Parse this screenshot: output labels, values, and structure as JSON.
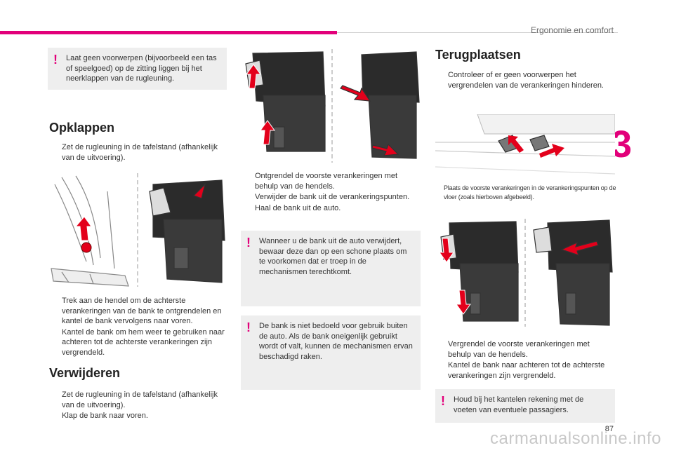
{
  "header": {
    "section": "Ergonomie en comfort",
    "chapter": "3"
  },
  "footer": {
    "page_number": "87",
    "watermark": "carmanualsonline.info"
  },
  "bullet": "",
  "warning_1": "Laat geen voorwerpen (bijvoorbeeld een tas of speelgoed) op de zitting liggen bij het neerklappen van de rugleuning.",
  "opklappen": {
    "title": "Opklappen",
    "steps_1": [
      "Zet de rugleuning in de tafelstand (afhankelijk van de uitvoering)."
    ],
    "steps_2": [
      "Trek aan de hendel om de achterste verankeringen van de bank te ontgrendelen en kantel de bank vervolgens naar voren.",
      "Kantel de bank om hem weer te gebruiken naar achteren tot de achterste verankeringen zijn vergrendeld."
    ]
  },
  "verwijderen": {
    "title": "Verwijderen",
    "steps_1": [
      "Zet de rugleuning in de tafelstand (afhankelijk van de uitvoering).",
      "Klap de bank naar voren."
    ],
    "steps_2": [
      "Ontgrendel de voorste verankeringen met behulp van de hendels.",
      "Verwijder de bank uit de verankeringspunten.",
      "Haal de bank uit de auto."
    ],
    "warning_1": "Wanneer u de bank uit de auto verwijdert, bewaar deze dan op een schone plaats om te voorkomen dat er troep in de mechanismen terechtkomt.",
    "warning_2": "De bank is niet bedoeld voor gebruik buiten de auto. Als de bank oneigenlijk gebruikt wordt of valt, kunnen de mechanismen ervan beschadigd raken."
  },
  "terugplaatsen": {
    "title": "Terugplaatsen",
    "steps_1": [
      "Controleer of er geen voorwerpen het vergrendelen van de verankeringen hinderen."
    ],
    "caption": "Plaats de voorste verankeringen in de verankeringspunten op de vloer (zoals hierboven afgebeeld).",
    "steps_2": [
      "Vergrendel de voorste verankeringen met behulp van de hendels.",
      "Kantel de bank naar achteren tot de achterste verankeringen zijn vergrendeld."
    ],
    "warning_1": "Houd bij het kantelen rekening met de voeten van eventuele passagiers."
  },
  "colors": {
    "accent": "#e2007a",
    "warning_bg": "#eeeeee",
    "arrow": "#e3001b"
  }
}
